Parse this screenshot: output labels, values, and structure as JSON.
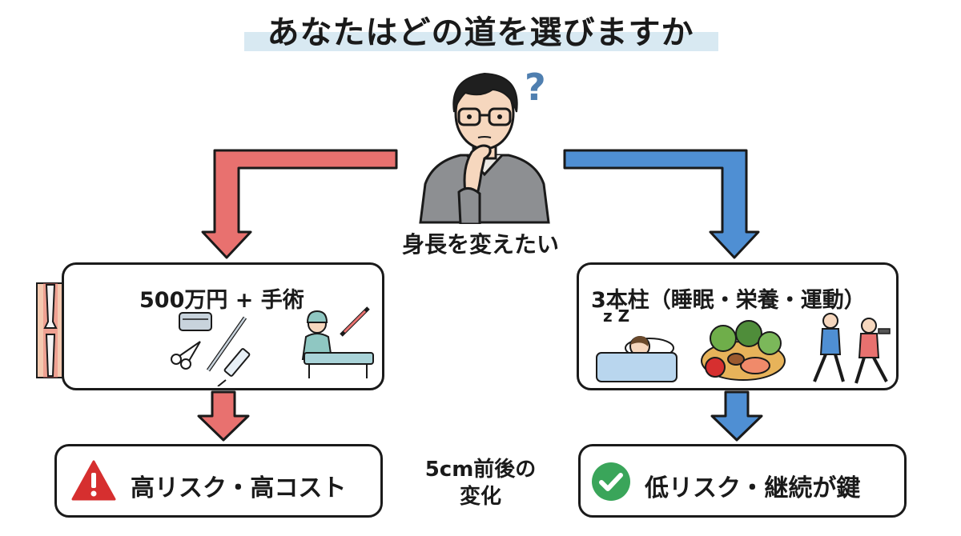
{
  "header": {
    "title": "あなたはどの道を選びますか"
  },
  "center": {
    "label": "身長を変えたい",
    "question_mark": "?"
  },
  "left": {
    "title": "500万円 + 手術",
    "result": "高リスク・高コスト",
    "color": "#e8716f"
  },
  "right": {
    "title": "3本柱（睡眠・栄養・運動）",
    "result": "低リスク・継続が鍵",
    "color": "#4f8fd3",
    "sleep_z": "z Z"
  },
  "middle_note": {
    "line1": "5cm前後の",
    "line2": "変化"
  },
  "colors": {
    "title_highlight": "#d8e9f2",
    "danger": "#d62f2f",
    "ok": "#3aa55a"
  }
}
